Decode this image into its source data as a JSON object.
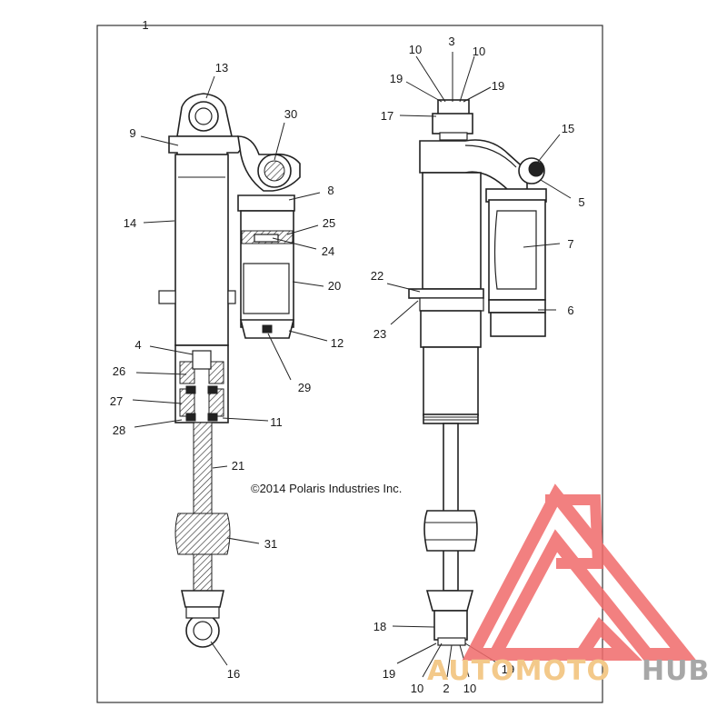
{
  "copyright": "©2014 Polaris Industries Inc.",
  "watermark": {
    "part1": "AUTOMOTO",
    "part2": "HUB",
    "color_triangle": "#f06a6a",
    "color_part1": "#f3c98a",
    "color_part2": "#a7a7a7"
  },
  "callouts": {
    "c1": "1",
    "c2": "2",
    "c3": "3",
    "c4": "4",
    "c5": "5",
    "c6": "6",
    "c7": "7",
    "c8": "8",
    "c9": "9",
    "c10a": "10",
    "c10b": "10",
    "c10c": "10",
    "c10d": "10",
    "c11": "11",
    "c12": "12",
    "c13": "13",
    "c14": "14",
    "c15": "15",
    "c16": "16",
    "c17": "17",
    "c18": "18",
    "c19a": "19",
    "c19b": "19",
    "c19c": "19",
    "c19d": "19",
    "c20": "20",
    "c21": "21",
    "c22": "22",
    "c23": "23",
    "c24": "24",
    "c25": "25",
    "c26": "26",
    "c27": "27",
    "c28": "28",
    "c29": "29",
    "c30": "30",
    "c31": "31"
  }
}
